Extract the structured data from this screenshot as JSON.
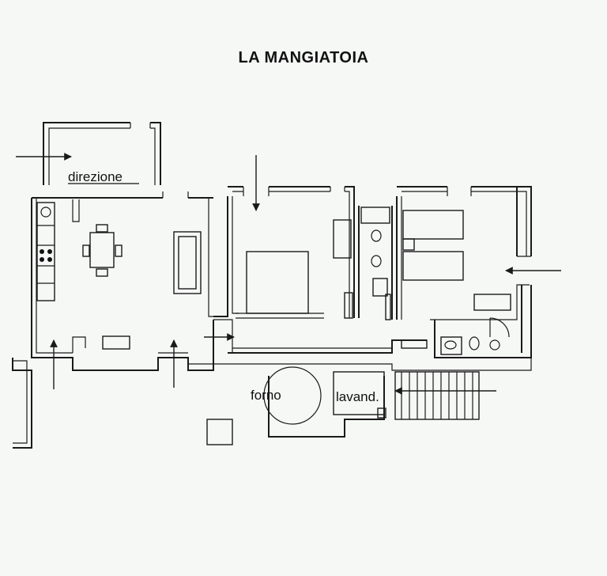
{
  "title": "LA MANGIATOIA",
  "labels": {
    "office": "direzione",
    "oven": "forno",
    "laundry": "lavand."
  }
}
